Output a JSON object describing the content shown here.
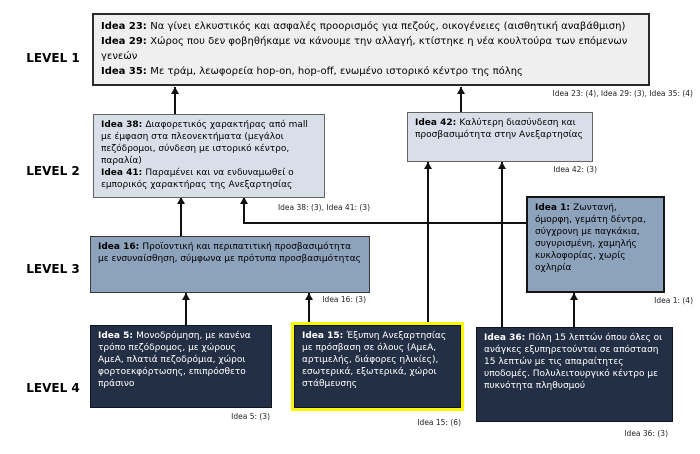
{
  "levels": [
    "LEVEL 1",
    "LEVEL 2",
    "LEVEL 3",
    "LEVEL 4"
  ],
  "boxes": {
    "level1": {
      "ideas": [
        {
          "label": "Idea 23:",
          "text": "Να γίνει ελκυστικός και ασφαλές προορισμός για πεζούς, οικογένειες (αισθητική αναβάθμιση)"
        },
        {
          "label": "Idea 29:",
          "text": "Χώρος που δεν φοβηθήκαμε να κάνουμε την αλλαγή, κτίστηκε η νέα κουλτούρα των επόμενων γενεών"
        },
        {
          "label": "Idea 35:",
          "text": "Με τράμ, λεωφορεία hop-on, hop-off, ενωμένο ιστορικό κέντρο της πόλης"
        }
      ],
      "caption": "Idea 23: (4), Idea 29: (3), Idea 35: (4)"
    },
    "idea38": {
      "ideas": [
        {
          "label": "Idea 38:",
          "text": "Διαφορετικός χαρακτήρας από mall με έμφαση στα πλεονεκτήματα (μεγάλοι πεζόδρομοι, σύνδεση με ιστορικό κέντρο, παραλία)"
        },
        {
          "label": "Idea 41:",
          "text": "Παραμένει και να ενδυναμωθεί ο εμπορικός χαρακτήρας της Ανεξαρτησίας"
        }
      ],
      "caption": "Idea 38: (3), Idea 41: (3)"
    },
    "idea42": {
      "ideas": [
        {
          "label": "Idea 42:",
          "text": "Καλύτερη διασύνδεση και προσβασιμότητα στην Ανεξαρτησίας"
        }
      ],
      "caption": "Idea 42: (3)"
    },
    "idea16": {
      "ideas": [
        {
          "label": "Idea 16:",
          "text": "Προϊοντική και περιπατιτική προσβασιμότητα με ενσυναίσθηση, σύμφωνα με πρότυπα προσβασιμότητας"
        }
      ],
      "caption": "Idea 16: (3)"
    },
    "idea1": {
      "ideas": [
        {
          "label": "Idea 1:",
          "text": "Ζωντανή, όμορφη, γεμάτη δέντρα, σύγχρονη με παγκάκια, συγυρισμένη, χαμηλής κυκλοφορίας, χωρίς οχληρία"
        }
      ],
      "caption": "Idea 1: (4)"
    },
    "idea5": {
      "ideas": [
        {
          "label": "Idea 5:",
          "text": "Μονοδρόμηση, με κανένα τρόπο πεζόδρομος, με χώρους ΑμεΑ, πλατιά πεζοδρόμια, χώροι φορτοεκφόρτωσης, επιπρόσθετο πράσινο"
        }
      ],
      "caption": "Idea 5: (3)"
    },
    "idea15": {
      "ideas": [
        {
          "label": "Idea 15:",
          "text": "Έξυπνη Ανεξαρτησίας με πρόσβαση σε όλους (ΑμεΑ, αρτιμελής, διάφορες ηλικίες), εσωτερικά, εξωτερικά, χώροι στάθμευσης"
        }
      ],
      "caption": "Idea 15: (6)"
    },
    "idea36": {
      "ideas": [
        {
          "label": "Idea 36:",
          "text": "Πόλη 15 λεπτών όπου όλες οι ανάγκες εξυπηρετούνται σε απόσταση 15 λεπτών με τις απαραίτητες υποδομές. Πολυλειτουργικό κέντρο με πυκνότητα πληθυσμού"
        }
      ],
      "caption": "Idea 36: (3)"
    }
  },
  "edges": [
    {
      "from": "idea38",
      "to": "level1"
    },
    {
      "from": "idea42",
      "to": "level1"
    },
    {
      "from": "idea16",
      "to": "idea38"
    },
    {
      "from": "idea1",
      "to": "idea38"
    },
    {
      "from": "idea15",
      "to": "idea42"
    },
    {
      "from": "idea36",
      "to": "idea42"
    },
    {
      "from": "idea5",
      "to": "idea16"
    },
    {
      "from": "idea15",
      "to": "idea16"
    },
    {
      "from": "idea36",
      "to": "idea1"
    }
  ],
  "colors": {
    "level1_fill": "#efefef",
    "level2_fill": "#d9dfe9",
    "level3_fill": "#8da2bb",
    "level4_fill": "#232f44",
    "highlight_border": "#f7f700",
    "connector": "#111111"
  }
}
